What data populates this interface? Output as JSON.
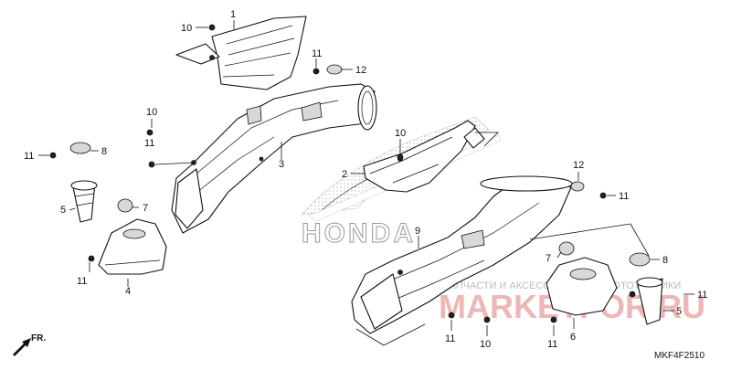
{
  "diagram_code": "MKF4F2510",
  "front_marker": "FR.",
  "watermark": {
    "brand": "MARKETFOR.RU",
    "tagline": "ЗАПЧАСТИ И АКСЕССУАРЫ ДЛЯ МОТОТЕХНИКИ"
  },
  "background_logo": "HONDA",
  "callouts": [
    "1",
    "2",
    "3",
    "4",
    "5",
    "6",
    "7",
    "8",
    "9",
    "10",
    "11",
    "12"
  ],
  "labels": [
    {
      "id": "c1",
      "text": "1"
    },
    {
      "id": "c10a",
      "text": "10"
    },
    {
      "id": "c11a",
      "text": "11"
    },
    {
      "id": "c12a",
      "text": "12"
    },
    {
      "id": "c10b",
      "text": "10"
    },
    {
      "id": "c11b",
      "text": "11"
    },
    {
      "id": "c8a",
      "text": "8"
    },
    {
      "id": "c11c",
      "text": "11"
    },
    {
      "id": "c3",
      "text": "3"
    },
    {
      "id": "c7a",
      "text": "7"
    },
    {
      "id": "c5a",
      "text": "5"
    },
    {
      "id": "c11d",
      "text": "11"
    },
    {
      "id": "c4",
      "text": "4"
    },
    {
      "id": "c10c",
      "text": "10"
    },
    {
      "id": "c2",
      "text": "2"
    },
    {
      "id": "c12b",
      "text": "12"
    },
    {
      "id": "c11e",
      "text": "11"
    },
    {
      "id": "c9",
      "text": "9"
    },
    {
      "id": "c7b",
      "text": "7"
    },
    {
      "id": "c8b",
      "text": "8"
    },
    {
      "id": "c11f",
      "text": "11"
    },
    {
      "id": "c5b",
      "text": "5"
    },
    {
      "id": "c11g",
      "text": "11"
    },
    {
      "id": "c10d",
      "text": "10"
    },
    {
      "id": "c11h",
      "text": "11"
    },
    {
      "id": "c6",
      "text": "6"
    }
  ]
}
